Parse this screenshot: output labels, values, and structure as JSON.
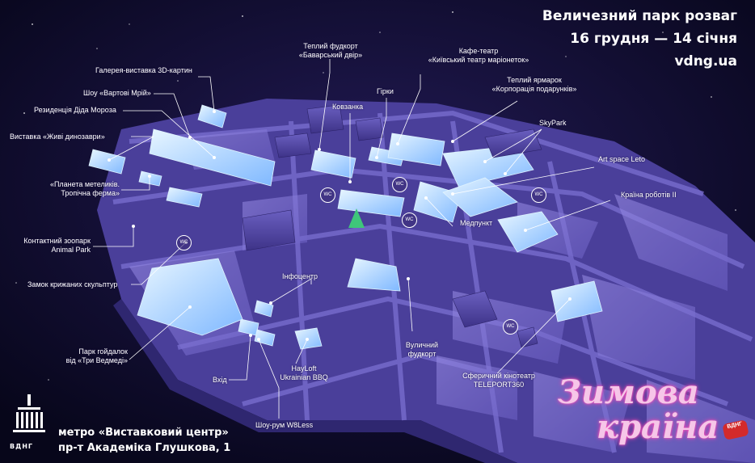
{
  "header": {
    "title": "Величезний парк розваг",
    "dates": "16 грудня — 14 січня",
    "site": "vdng.ua"
  },
  "labels": {
    "gallery_3d": "Галерея-виставка 3D-картин",
    "show_vartovi": "Шоу «Вартові Мрій»",
    "residence": "Резиденція Діда Мороза",
    "dinos": "Виставка «Живі динозаври»",
    "butterflies_1": "«Планета метеликів.",
    "butterflies_2": "Тропічна ферма»",
    "zoo_1": "Контактний зоопарк",
    "zoo_2": "Animal Park",
    "ice_castle": "Замок крижаних скульптур",
    "swings_1": "Парк гойдалок",
    "swings_2": "від «Три Ведмеді»",
    "entrance": "Вхід",
    "food_bav_1": "Теплий фудкорт",
    "food_bav_2": "«Баварський двір»",
    "slides": "Гірки",
    "rink": "Ковзанка",
    "cafe_1": "Кафе-театр",
    "cafe_2": "«Київський театр маріонеток»",
    "fair_1": "Теплий ярмарок",
    "fair_2": "«Корпорація подарунків»",
    "skypark": "SkyPark",
    "artspace": "Art space Leto",
    "robots": "Країна роботів II",
    "medpoint": "Медпункт",
    "infocenter": "Інфоцентр",
    "street_food_1": "Вуличний",
    "street_food_2": "фудкорт",
    "hayloft_1": "HayLoft",
    "hayloft_2": "Ukrainian BBQ",
    "cinema_1": "Сферичний кінотеатр",
    "cinema_2": "TELEPORT360",
    "showroom": "Шоу-рум W8Less"
  },
  "wc_label": "WC",
  "footer": {
    "logo_text": "ВДНГ",
    "metro": "метро «Виставковий центр»",
    "street": "пр-т Академіка Глушкова, 1"
  },
  "brand": {
    "line1": "Зимова",
    "line2": "країна",
    "badge": "ВДНГ"
  },
  "colors": {
    "background": "#0b0a22",
    "ground": "#4a3f9a",
    "roads": "#6f64c4",
    "highlight": "#bfe6ff",
    "label": "#ffffff",
    "brand_pink": "#ff3fb0"
  }
}
